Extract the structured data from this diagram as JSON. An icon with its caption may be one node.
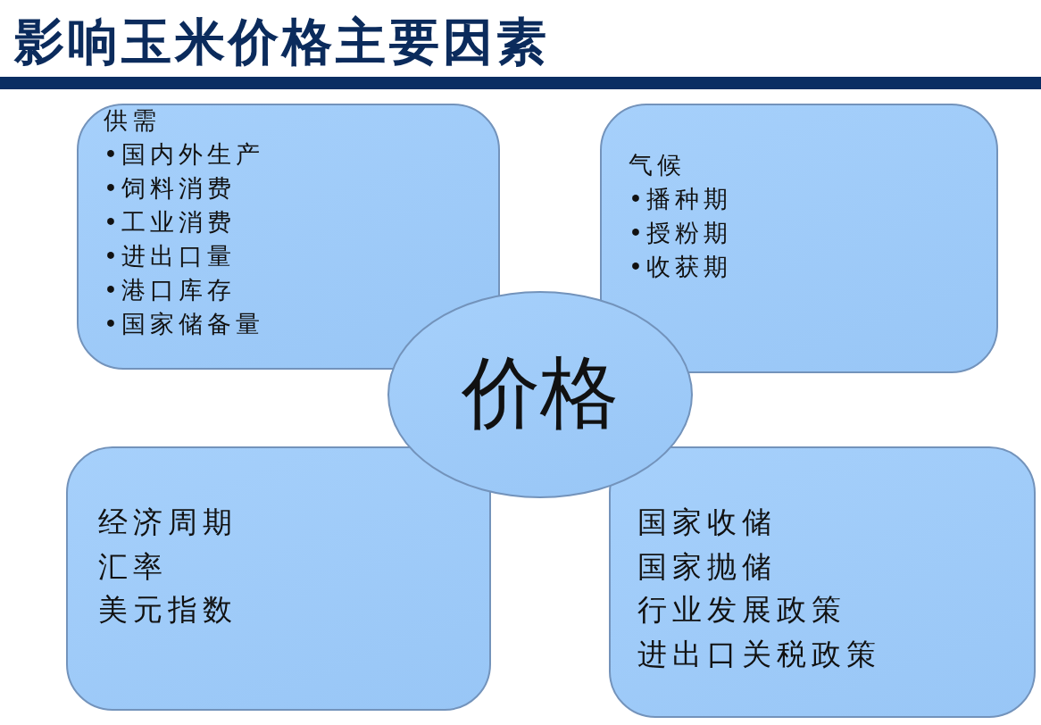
{
  "diagram": {
    "title": "影响玉米价格主要因素",
    "nodes": [
      {
        "text": [
          "供需",
          "•国内外生产",
          "•饲料消费",
          "•工业消费",
          "•进出口量",
          "•港口库存",
          "•国家储备量"
        ]
      },
      {
        "text": [
          "气候",
          "•播种期",
          "•授粉期",
          "•收获期"
        ]
      },
      {
        "text": [
          "价格"
        ]
      },
      {
        "text": [
          "经济周期",
          "汇率",
          "美元指数"
        ]
      },
      {
        "text": [
          "国家收储",
          "国家抛储",
          "行业发展政策",
          "进出口关税政策"
        ]
      }
    ]
  }
}
